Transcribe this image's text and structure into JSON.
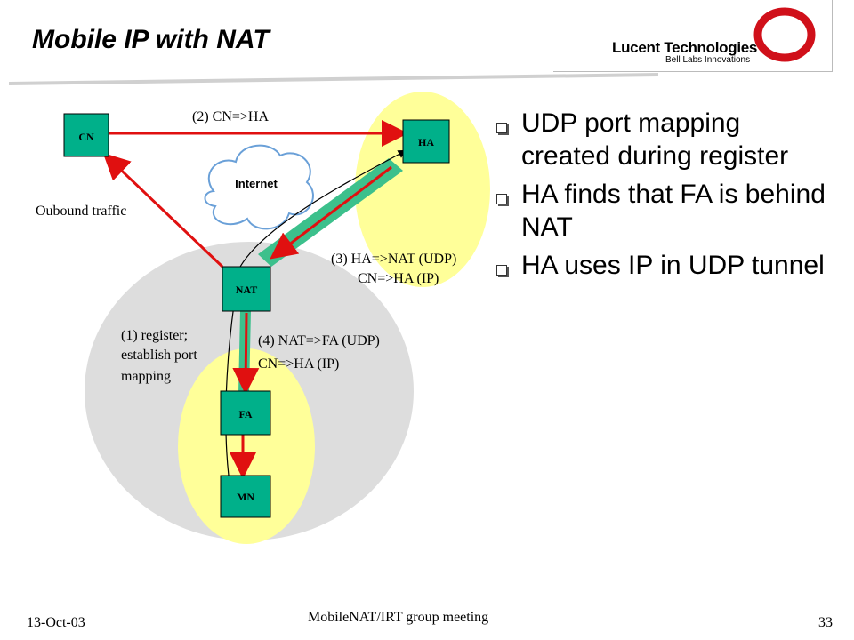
{
  "slide": {
    "title": "Mobile IP with NAT",
    "logo": {
      "company": "Lucent Technologies",
      "tagline": "Bell Labs Innovations"
    },
    "bullets": [
      "UDP port mapping created during register",
      "HA finds that FA is behind NAT",
      "HA uses IP in UDP tunnel"
    ],
    "footer": {
      "date": "13-Oct-03",
      "center": "MobileNAT/IRT group meeting",
      "page": "33"
    }
  },
  "diagram": {
    "nodes": {
      "cn": "CN",
      "ha": "HA",
      "nat": "NAT",
      "fa": "FA",
      "mn": "MN"
    },
    "cloud": "Internet",
    "labels": {
      "step2": "(2) CN=>HA",
      "outbound": "Oubound traffic",
      "step3_line1": "(3) HA=>NAT (UDP)",
      "step3_line2": "CN=>HA (IP)",
      "step1_line1": "(1) register;",
      "step1_line2": "establish port",
      "step1_line3": "mapping",
      "step4_line1": "(4) NAT=>FA (UDP)",
      "step4_line2": "CN=>HA (IP)"
    },
    "colors": {
      "node_fill": "#00b08a",
      "ellipse_yellow": "#ffff99",
      "region_gray": "#dddddd",
      "arrow_red": "#e01010",
      "tunnel_green": "#3cc08c"
    }
  }
}
